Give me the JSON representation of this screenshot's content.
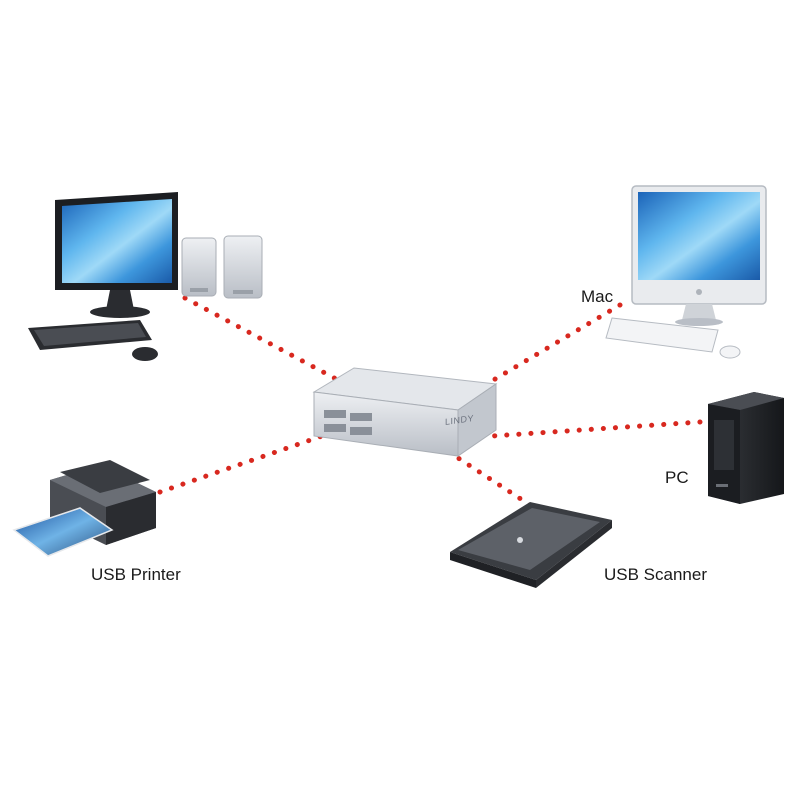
{
  "labels": {
    "mac": "Mac",
    "pc": "PC",
    "printer": "USB Printer",
    "scanner": "USB Scanner"
  },
  "switch": {
    "brand": "LINDY"
  },
  "colors": {
    "link": "#d8281f",
    "screen": "#2f8fd8",
    "switch_body": "#cfd3d8"
  },
  "icons": [
    "monitor-icon",
    "speaker-icon",
    "keyboard-icon",
    "mouse-icon",
    "imac-icon",
    "pc-tower-icon",
    "printer-icon",
    "scanner-icon",
    "kvm-switch-icon"
  ]
}
